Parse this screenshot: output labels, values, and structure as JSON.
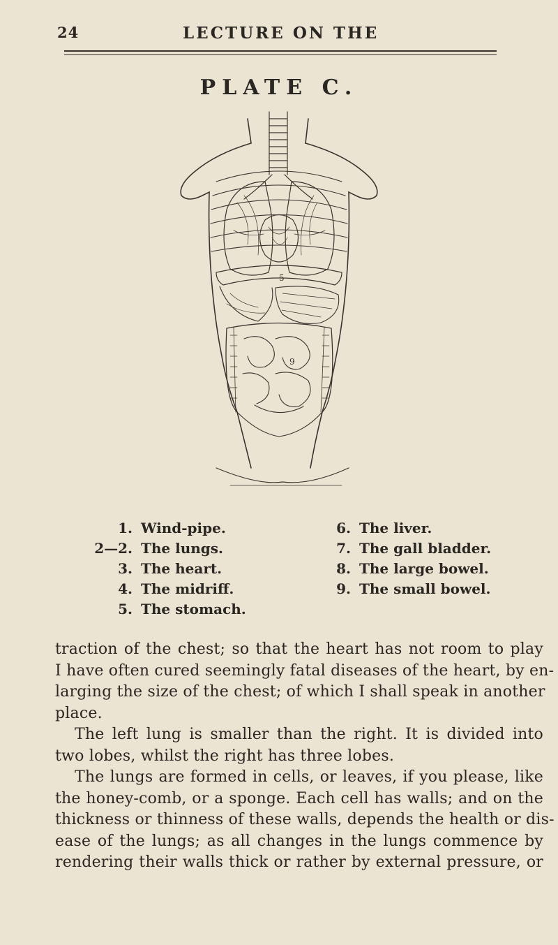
{
  "header": {
    "page_number": "24",
    "running_title": "LECTURE ON THE"
  },
  "plate": {
    "title": "PLATE C."
  },
  "figure": {
    "labels": [
      "5",
      "9"
    ]
  },
  "legend": {
    "left": [
      {
        "num": "1.",
        "text": "Wind-pipe."
      },
      {
        "num": "2—2.",
        "text": "The lungs."
      },
      {
        "num": "3.",
        "text": "The heart."
      },
      {
        "num": "4.",
        "text": "The midriff."
      },
      {
        "num": "5.",
        "text": "The stomach."
      }
    ],
    "right": [
      {
        "num": "6.",
        "text": "The liver."
      },
      {
        "num": "7.",
        "text": "The gall bladder."
      },
      {
        "num": "8.",
        "text": "The large bowel."
      },
      {
        "num": "9.",
        "text": "The small bowel."
      }
    ]
  },
  "body": {
    "lines": [
      "traction of the chest; so that the heart has not room to play",
      "I have often cured seemingly fatal diseases of the heart, by en-",
      "larging the size of the chest; of which I shall speak in another",
      "place.",
      "The left lung is smaller than the right. It is divided into",
      "two lobes, whilst the right has three lobes.",
      "The lungs are formed in cells, or leaves, if you please, like",
      "the honey-comb, or a sponge. Each cell has walls; and on the",
      "thickness or thinness of these walls, depends the health or dis-",
      "ease of the lungs; as all changes in the lungs commence by",
      "rendering their walls thick or rather by external pressure, or"
    ]
  }
}
